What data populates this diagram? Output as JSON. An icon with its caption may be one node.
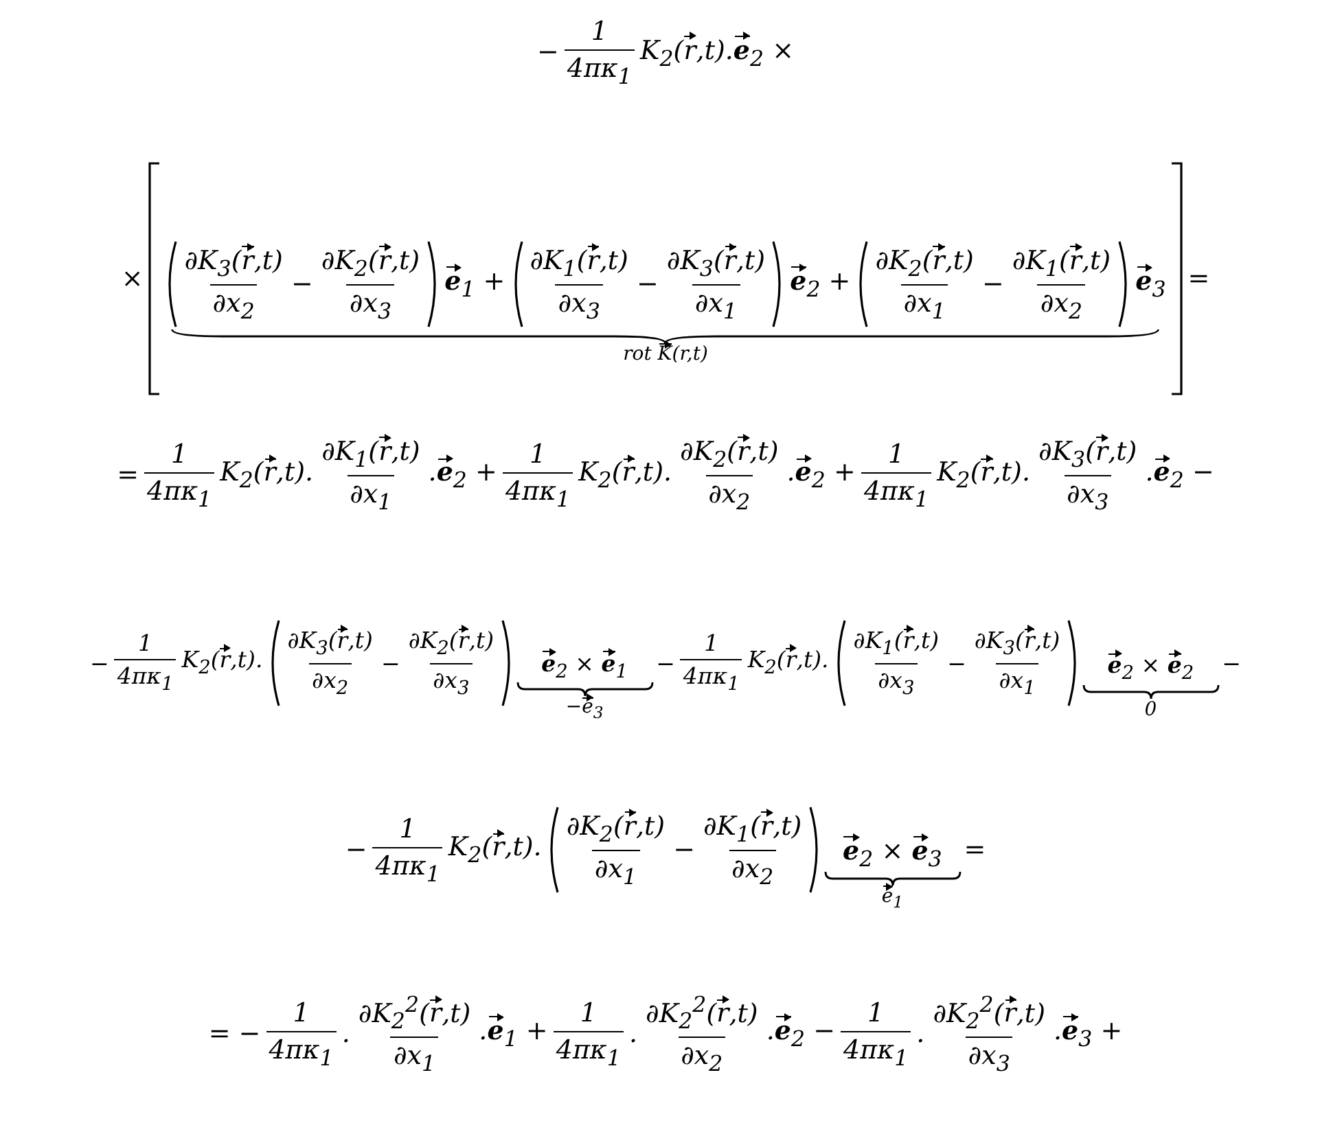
{
  "diagram": {
    "labels": [
      "−",
      "1",
      "4πκ$_{1}$",
      "K$_{2}$(*r*,t).**e**$_{2}$ ×",
      "×",
      "∂K$_{3}$(*r*,t)",
      "∂x$_{2}$",
      "−",
      "∂K$_{2}$(*r*,t)",
      "∂x$_{3}$",
      "**e**$_{1}$ +",
      "∂K$_{1}$(*r*,t)",
      "∂x$_{3}$",
      "−",
      "∂K$_{3}$(*r*,t)",
      "∂x$_{1}$",
      "**e**$_{2}$ +",
      "∂K$_{2}$(*r*,t)",
      "∂x$_{1}$",
      "−",
      "∂K$_{1}$(*r*,t)",
      "∂x$_{2}$",
      "**e**$_{3}$",
      "rot *K*(r,t)",
      "=",
      "=",
      "1",
      "4πκ$_{1}$",
      "K$_{2}$(*r*,t).",
      "∂K$_{1}$(*r*,t)",
      "∂x$_{1}$",
      ".**e**$_{2}$ +",
      "1",
      "4πκ$_{1}$",
      "K$_{2}$(*r*,t).",
      "∂K$_{2}$(*r*,t)",
      "∂x$_{2}$",
      ".**e**$_{2}$ +",
      "1",
      "4πκ$_{1}$",
      "K$_{2}$(*r*,t).",
      "∂K$_{3}$(*r*,t)",
      "∂x$_{3}$",
      ".**e**$_{2}$ −",
      "−",
      "1",
      "4πκ$_{1}$",
      "K$_{2}$(*r*,t).",
      "∂K$_{3}$(*r*,t)",
      "∂x$_{2}$",
      "−",
      "∂K$_{2}$(*r*,t)",
      "∂x$_{3}$",
      "**e**$_{2}$ × **e**$_{1}$",
      "−*e*$_{3}$",
      "−",
      "1",
      "4πκ$_{1}$",
      "K$_{2}$(*r*,t).",
      "∂K$_{1}$(*r*,t)",
      "∂x$_{3}$",
      "−",
      "∂K$_{3}$(*r*,t)",
      "∂x$_{1}$",
      "**e**$_{2}$ × **e**$_{2}$",
      "0",
      "−",
      "−",
      "1",
      "4πκ$_{1}$",
      "K$_{2}$(*r*,t).",
      "∂K$_{2}$(*r*,t)",
      "∂x$_{1}$",
      "−",
      "∂K$_{1}$(*r*,t)",
      "∂x$_{2}$",
      "**e**$_{2}$ × **e**$_{3}$",
      "*e*$_{1}$",
      "=",
      "= −",
      "1",
      "4πκ$_{1}$",
      ".",
      "∂K$_{2}$$^{2}$(*r*,t)",
      "∂x$_{1}$",
      ".**e**$_{1}$ +",
      "1",
      "4πκ$_{1}$",
      ".",
      "∂K$_{2}$$^{2}$(*r*,t)",
      "∂x$_{2}$",
      ".**e**$_{2}$ −",
      "1",
      "4πκ$_{1}$",
      ".",
      "∂K$_{2}$$^{2}$(*r*,t)",
      "∂x$_{3}$",
      ".**e**$_{3}$ +"
    ]
  }
}
